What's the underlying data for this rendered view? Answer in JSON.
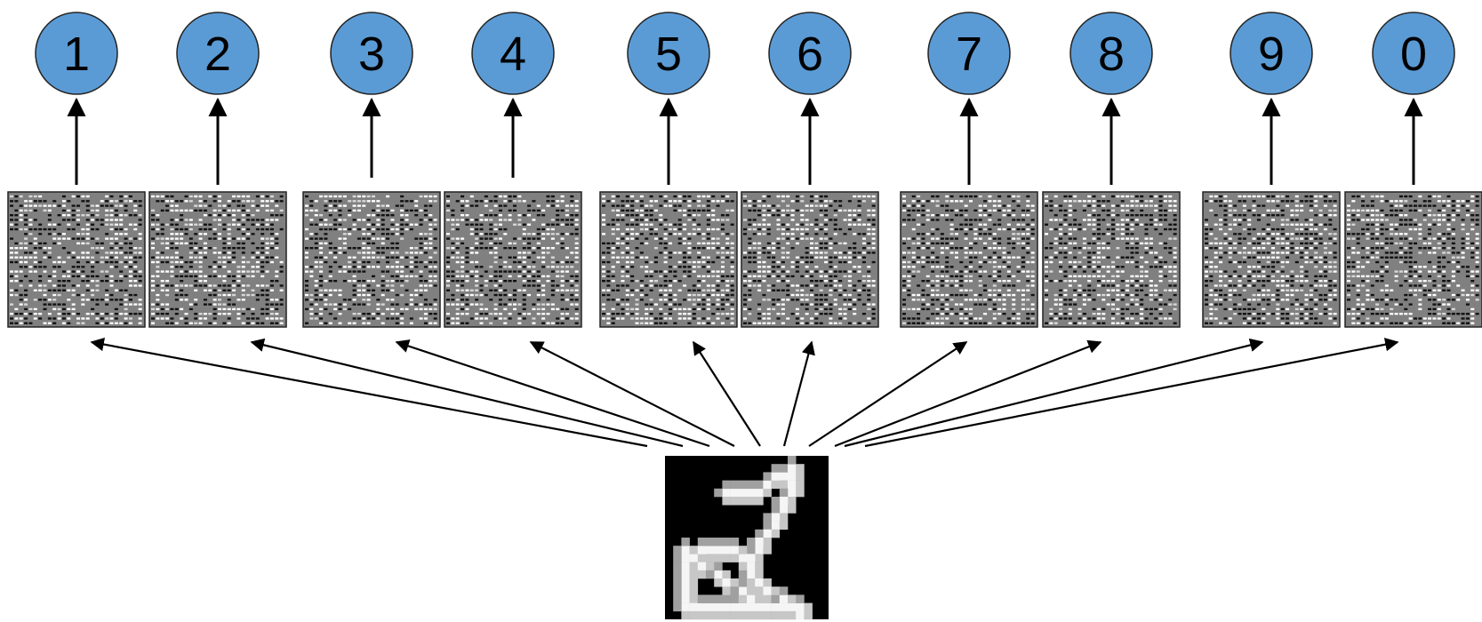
{
  "outputs": [
    {
      "label": "1"
    },
    {
      "label": "2"
    },
    {
      "label": "3"
    },
    {
      "label": "4"
    },
    {
      "label": "5"
    },
    {
      "label": "6"
    },
    {
      "label": "7"
    },
    {
      "label": "8"
    },
    {
      "label": "9"
    },
    {
      "label": "0"
    }
  ],
  "colors": {
    "node_fill": "#5b9bd5",
    "node_stroke": "#222222",
    "weight_bg": "#808080",
    "arrow": "#000000",
    "input_bg": "#000000"
  },
  "icons": {
    "weight_map": "weight-map-icon",
    "input_digit": "handwritten-digit-icon"
  }
}
